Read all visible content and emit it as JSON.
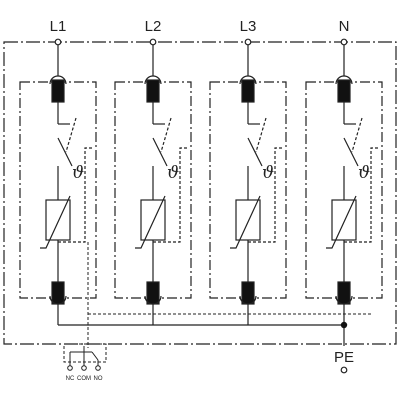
{
  "terminals": [
    "L1",
    "L2",
    "L3",
    "N"
  ],
  "thermal_symbol": "ϑ",
  "earth_label": "PE",
  "remote_contacts": [
    "NC",
    "COM",
    "NO"
  ],
  "colors": {
    "line": "#222222",
    "background": "#ffffff"
  }
}
